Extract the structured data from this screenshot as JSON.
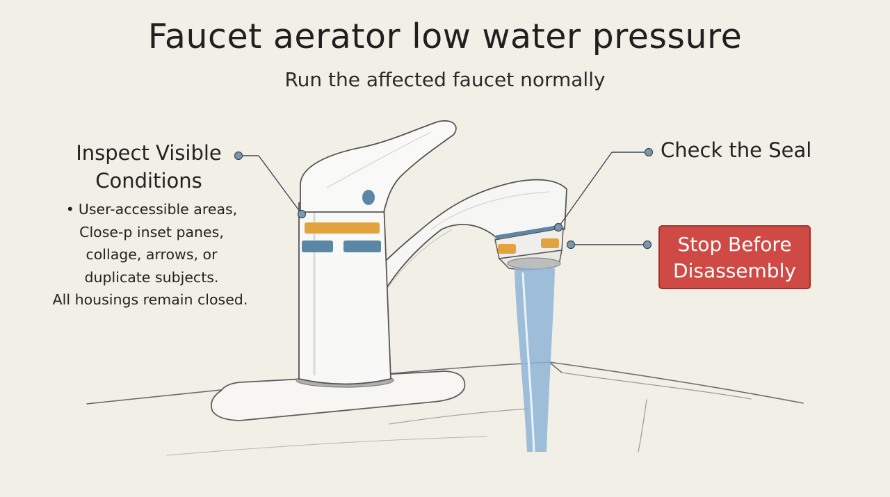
{
  "title": "Faucet aerator low water pressure",
  "subtitle": "Run the affected faucet normally",
  "callouts": {
    "inspect": {
      "heading_line1": "Inspect Visible",
      "heading_line2": "Conditions",
      "bullet_lines": [
        "User-accessible areas,",
        "Close-p inset panes,",
        "collage, arrows, or",
        "duplicate subjects."
      ],
      "note": "All housings remain closed."
    },
    "seal": {
      "label": "Check the Seal"
    },
    "stop": {
      "line1": "Stop Before",
      "line2": "Disassembly",
      "color": "#cf4a45"
    }
  },
  "colors": {
    "background": "#f2efe6",
    "accent_orange": "#e2a33f",
    "accent_blue": "#5b87a6",
    "water": "#8fb4d6",
    "connector": "#3b4a57"
  }
}
